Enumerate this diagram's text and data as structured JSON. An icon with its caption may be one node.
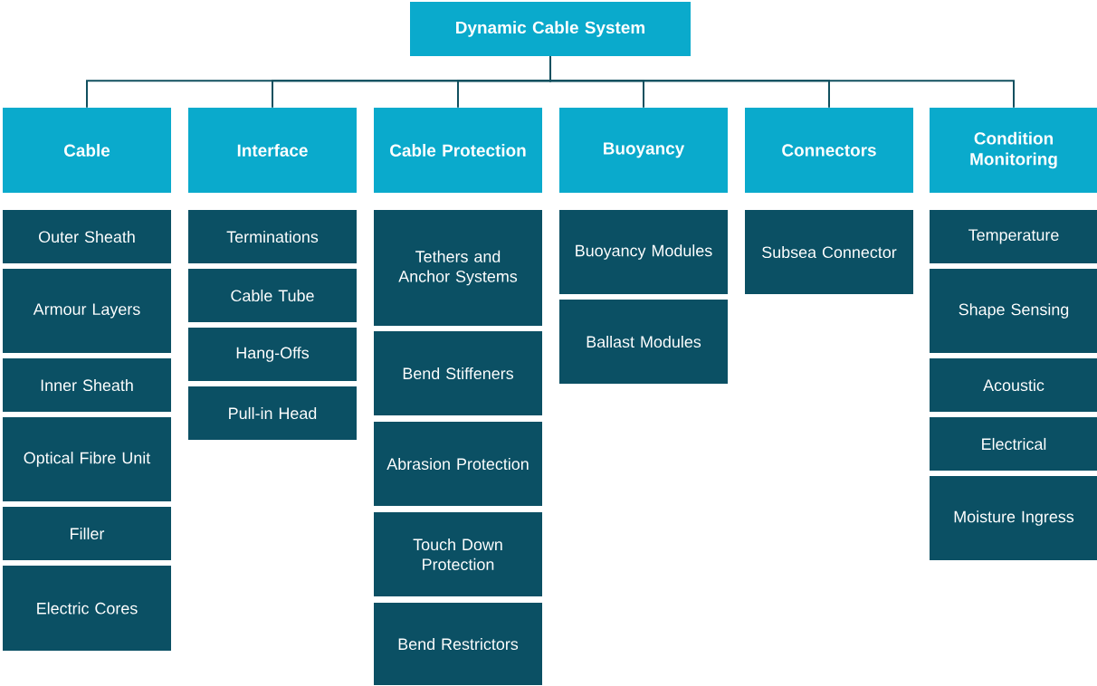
{
  "diagram": {
    "nodes": [
      {
        "text": [
          "Dynamic Cable System"
        ]
      },
      {
        "text": [
          "Cable"
        ]
      },
      {
        "text": [
          "Interface"
        ]
      },
      {
        "text": [
          "Cable Protection"
        ]
      },
      {
        "text": [
          "Buoyancy"
        ]
      },
      {
        "text": [
          "Connectors"
        ]
      },
      {
        "text": [
          "Condition Monitoring"
        ]
      },
      {
        "text": [
          "Outer Sheath"
        ]
      },
      {
        "text": [
          "Armour Layers"
        ]
      },
      {
        "text": [
          "Inner Sheath"
        ]
      },
      {
        "text": [
          "Optical Fibre Unit"
        ]
      },
      {
        "text": [
          "Filler"
        ]
      },
      {
        "text": [
          "Electric Cores"
        ]
      },
      {
        "text": [
          "Terminations"
        ]
      },
      {
        "text": [
          "Cable Tube"
        ]
      },
      {
        "text": [
          "Hang-Offs"
        ]
      },
      {
        "text": [
          "Pull-in Head"
        ]
      },
      {
        "text": [
          "Tethers and Anchor Systems"
        ]
      },
      {
        "text": [
          "Bend Stiffeners"
        ]
      },
      {
        "text": [
          "Abrasion Protection"
        ]
      },
      {
        "text": [
          "Touch Down Protection"
        ]
      },
      {
        "text": [
          "Bend Restrictors"
        ]
      },
      {
        "text": [
          "Buoyancy Modules"
        ]
      },
      {
        "text": [
          "Ballast Modules"
        ]
      },
      {
        "text": [
          "Subsea Connector"
        ]
      },
      {
        "text": [
          "Temperature"
        ]
      },
      {
        "text": [
          "Shape Sensing"
        ]
      },
      {
        "text": [
          "Acoustic"
        ]
      },
      {
        "text": [
          "Electrical"
        ]
      },
      {
        "text": [
          "Moisture Ingress"
        ]
      }
    ],
    "edges": [
      {
        "from": 0,
        "to": 1,
        "arrow": "none"
      },
      {
        "from": 0,
        "to": 2,
        "arrow": "none"
      },
      {
        "from": 0,
        "to": 3,
        "arrow": "none"
      },
      {
        "from": 0,
        "to": 4,
        "arrow": "none"
      },
      {
        "from": 0,
        "to": 5,
        "arrow": "none"
      },
      {
        "from": 0,
        "to": 6,
        "arrow": "none"
      }
    ]
  }
}
